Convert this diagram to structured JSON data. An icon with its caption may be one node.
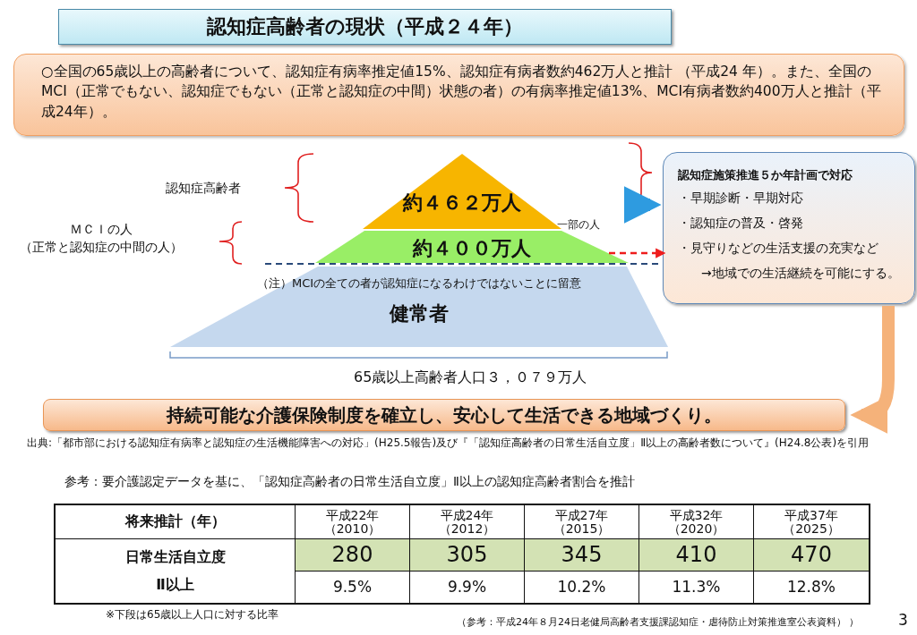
{
  "diagram": {
    "title": "認知症高齢者の現状（平成２４年）",
    "nodes": [
      {
        "text": [
          "○全国の65歳以上の高齢者について、認知症有病率推定値15%、認知症有病者数約462万人と推計 （平成24 年）。また、全国のMCI（正常でもない、認知症でもない（正常と認知症の中間）状態の者）の有病率推定値13%、MCI有病者数約400万人と推計（平成24年）。"
        ]
      },
      {
        "text": [
          "約４６２万人"
        ]
      },
      {
        "text": [
          "約４００万人"
        ]
      },
      {
        "text": [
          "（注）MCIの全ての者が認知症になるわけではないことに留意",
          "健常者"
        ]
      },
      {
        "text": [
          "認知症施策推進５か年計画で対応",
          "・早期診断・早期対応",
          "・認知症の普及・啓発",
          "・見守りなどの生活支援の充実など",
          "→地域での生活継続を可能にする。"
        ]
      },
      {
        "text": [
          "持続可能な介護保険制度を確立し、安心して生活できる地域づくり。"
        ]
      }
    ],
    "edges": [
      {
        "from": null,
        "to": 4,
        "arrow": "to",
        "color": "#2e9be0"
      },
      {
        "from": 2,
        "to": 4,
        "arrow": "to",
        "style": "dashed",
        "color": "#ee1c1c"
      },
      {
        "from": 4,
        "to": 5,
        "arrow": "to",
        "color": "#f5b27a"
      }
    ],
    "labels": [
      "認知症高齢者",
      "ＭＣＩの人",
      "（正常と認知症の中間の人）",
      "一部の人",
      "65歳以上高齢者人口３，０７９万人",
      "出典:「都市部における認知症有病率と認知症の生活機能障害への対応」(H25.5報告)及び『「認知症高齢者の日常生活自立度」Ⅱ以上の高齢者数について』(H24.8公表)を引用",
      "参考：要介護認定データを基に、「認知症高齢者の日常生活自立度」Ⅱ以上の認知症高齢者割合を推計",
      "将来推計（年）",
      "平成22年（2010）",
      "平成24年（2012）",
      "平成27年（2015）",
      "平成32年（2020）",
      "平成37年（2025）",
      "日常生活自立度Ⅱ以上",
      "280",
      "305",
      "345",
      "410",
      "470",
      "9.5%",
      "9.9%",
      "10.2%",
      "11.3%",
      "12.8%",
      "※下段は65歳以上人口に対する比率",
      "（参考：平成24年８月24日老健局高齢者支援課認知症・虐待防止対策推進室公表資料） ）",
      "3"
    ]
  }
}
